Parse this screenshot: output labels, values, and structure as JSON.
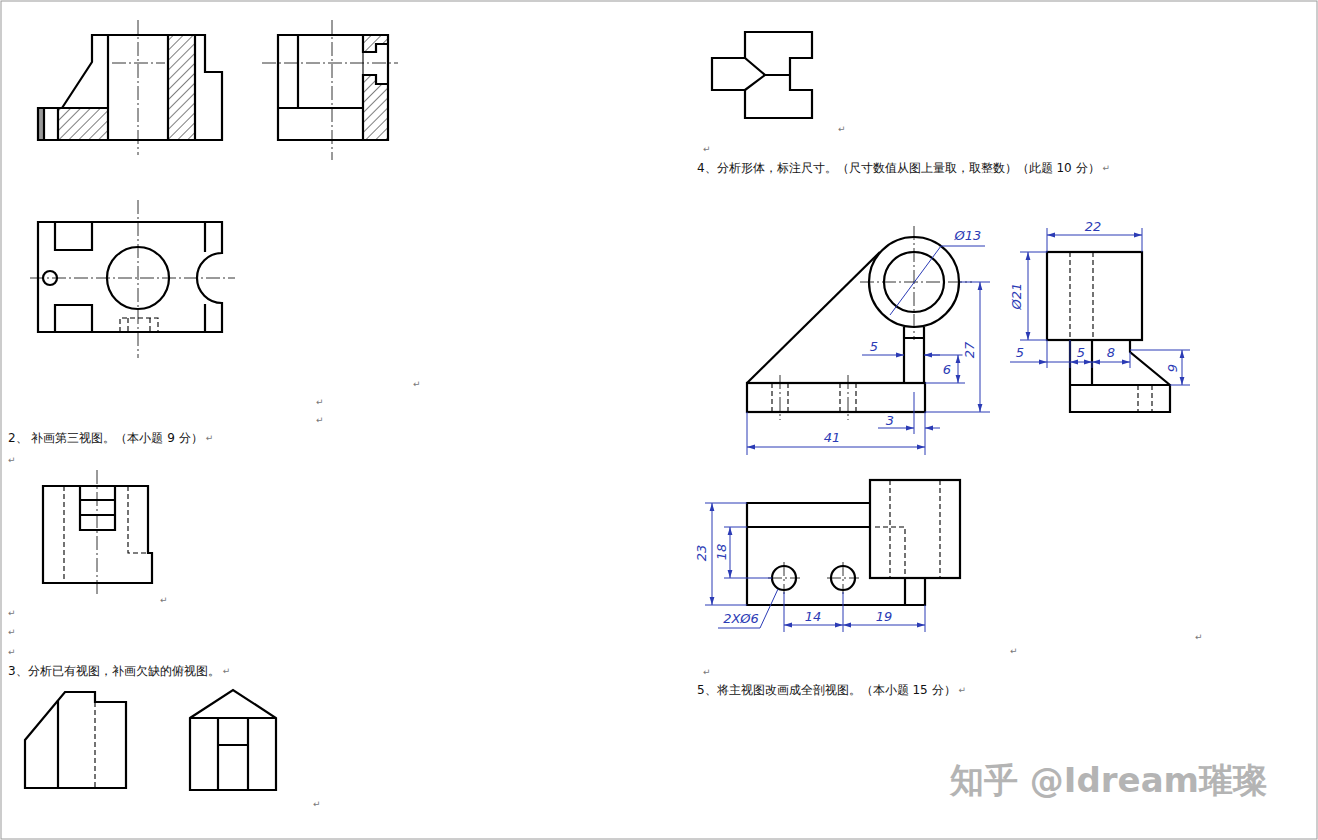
{
  "diagram": {
    "labels": [
      "2、 补画第三视图。（本小题 9 分）",
      "3、分析已有视图，补画欠缺的俯视图。",
      "4、分析形体，标注尺寸。（尺寸数值从图上量取，取整数）（此题 10 分）",
      "5、将主视图改画成全剖视图。（本小题 15 分）",
      "Ø13",
      "22",
      "Ø21",
      "5",
      "6",
      "27",
      "3",
      "41",
      "5",
      "5",
      "8",
      "9",
      "23",
      "18",
      "2XØ6",
      "14",
      "19",
      "知乎 @Idream璀璨",
      "↵",
      "↵",
      "↵",
      "↵",
      "↵",
      "↵",
      "↵",
      "↵",
      "↵",
      "↵",
      "↵",
      "↵",
      "↵",
      "↵",
      "↵",
      "↵",
      "↵",
      "↵"
    ]
  }
}
